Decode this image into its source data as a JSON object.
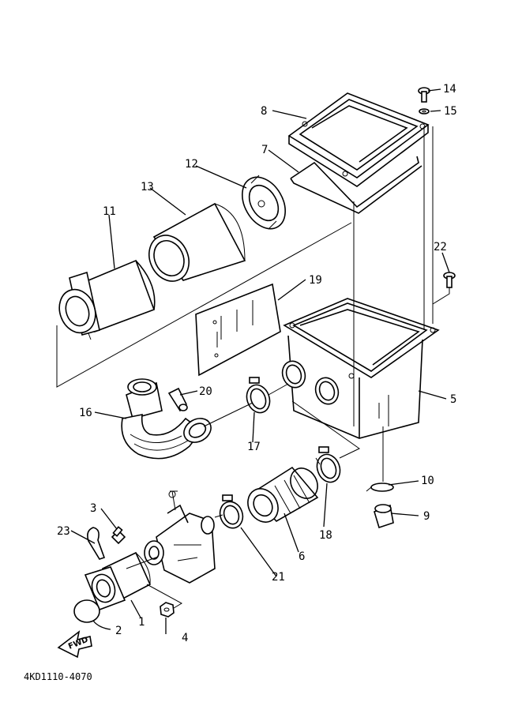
{
  "diagram": {
    "drawing_code": "4KD1110-4070",
    "fwd_label": "FWD",
    "callouts": [
      {
        "id": "c1",
        "text": "1"
      },
      {
        "id": "c2",
        "text": "2"
      },
      {
        "id": "c3",
        "text": "3"
      },
      {
        "id": "c4",
        "text": "4"
      },
      {
        "id": "c5",
        "text": "5"
      },
      {
        "id": "c6",
        "text": "6"
      },
      {
        "id": "c7",
        "text": "7"
      },
      {
        "id": "c8",
        "text": "8"
      },
      {
        "id": "c9",
        "text": "9"
      },
      {
        "id": "c10",
        "text": "10"
      },
      {
        "id": "c11",
        "text": "11"
      },
      {
        "id": "c12",
        "text": "12"
      },
      {
        "id": "c13",
        "text": "13"
      },
      {
        "id": "c14",
        "text": "14"
      },
      {
        "id": "c15",
        "text": "15"
      },
      {
        "id": "c16",
        "text": "16"
      },
      {
        "id": "c17",
        "text": "17"
      },
      {
        "id": "c18",
        "text": "18"
      },
      {
        "id": "c19",
        "text": "19"
      },
      {
        "id": "c20",
        "text": "20"
      },
      {
        "id": "c21",
        "text": "21"
      },
      {
        "id": "c22",
        "text": "22"
      },
      {
        "id": "c23",
        "text": "23"
      }
    ]
  }
}
